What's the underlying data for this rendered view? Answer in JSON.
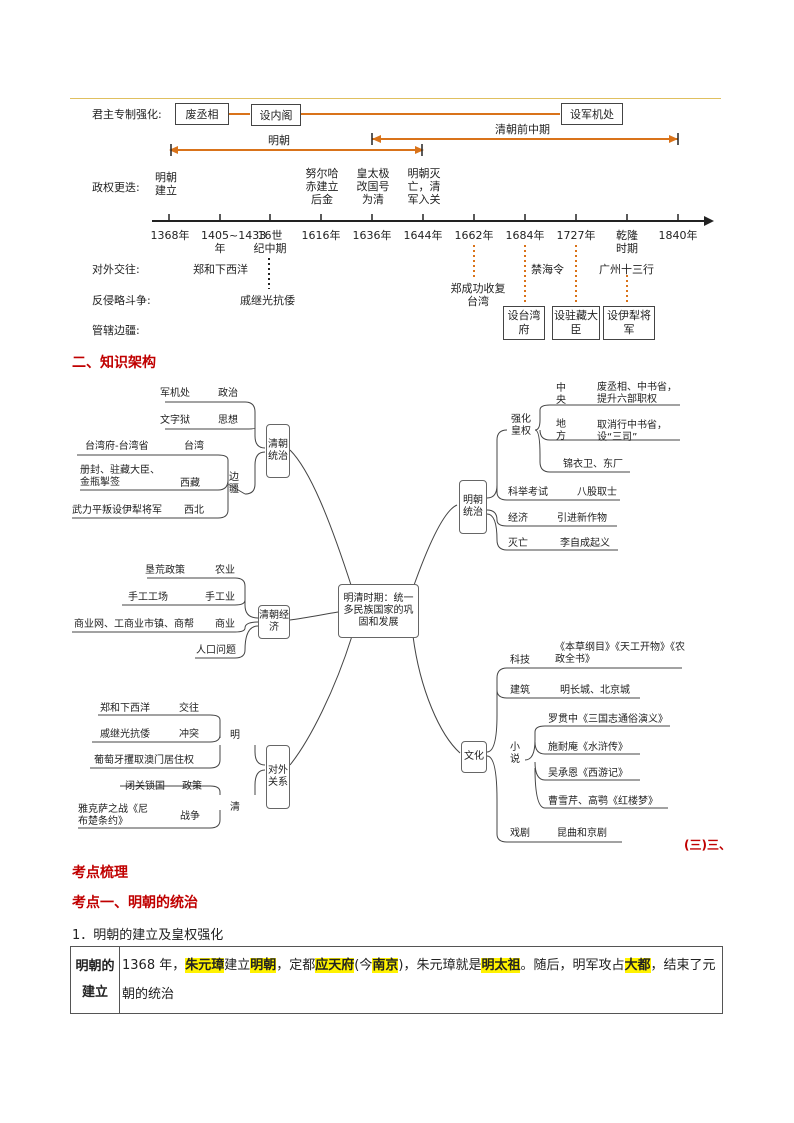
{
  "timeline": {
    "row_labels": {
      "power": "君主专制强化:",
      "regime": "政权更迭:",
      "foreign": "对外交往:",
      "resist": "反侵略斗争:",
      "frontier": "管辖边疆:"
    },
    "power_boxes": [
      "废丞相",
      "设内阁",
      "设军机处"
    ],
    "ming_span": "明朝",
    "qing_span": "清朝前中期",
    "regime_events": [
      "明朝建立",
      "努尔哈赤建立后金",
      "皇太极改国号为清",
      "明朝灭亡，清军入关"
    ],
    "ticks": [
      "1368年",
      "1405~1433年",
      "16世纪中期",
      "1616年",
      "1636年",
      "1644年",
      "1662年",
      "1684年",
      "1727年",
      "乾隆时期",
      "1840年"
    ],
    "foreign": [
      "郑和下西洋",
      "禁海令",
      "广州十三行"
    ],
    "resist": [
      "戚继光抗倭",
      "郑成功收复台湾"
    ],
    "frontier": [
      "设台湾府",
      "设驻藏大臣",
      "设伊犁将军"
    ]
  },
  "section2_title": "二、知识架构",
  "mindmap": {
    "center": "明清时期：统一多民族国家的巩固和发展",
    "qing_rule": {
      "label": "清朝统治",
      "items": [
        {
          "left": "军机处",
          "right": "政治"
        },
        {
          "left": "文字狱",
          "right": "思想"
        },
        {
          "left": "台湾府-台湾省",
          "right": "台湾"
        },
        {
          "left": "册封、驻藏大臣、金瓶掣签",
          "right": "西藏"
        },
        {
          "left": "武力平叛设伊犁将军",
          "right": "西北"
        }
      ],
      "frontier": "边疆"
    },
    "qing_economy": {
      "label": "清朝经济",
      "items": [
        {
          "left": "垦荒政策",
          "right": "农业"
        },
        {
          "left": "手工工场",
          "right": "手工业"
        },
        {
          "left": "商业网、工商业市镇、商帮",
          "right": "商业"
        },
        {
          "left": "",
          "right": "人口问题"
        }
      ]
    },
    "foreign_rel": {
      "label": "对外关系",
      "ming": "明",
      "qing": "清",
      "items": [
        {
          "left": "郑和下西洋",
          "right": "交往"
        },
        {
          "left": "戚继光抗倭",
          "right": "冲突"
        },
        {
          "left": "葡萄牙攫取澳门居住权",
          "right": ""
        },
        {
          "left": "闭关锁国",
          "right": "政策"
        },
        {
          "left": "雅克萨之战《尼布楚条约》",
          "right": "战争"
        }
      ]
    },
    "ming_rule": {
      "label": "明朝统治",
      "strengthen": "强化皇权",
      "central": "中央",
      "central_text": "废丞相、中书省，提升六部职权",
      "local": "地方",
      "local_text": "取消行中书省，设“三司”",
      "guards": "锦衣卫、东厂",
      "exam": "科举考试",
      "exam_text": "八股取士",
      "economy": "经济",
      "economy_text": "引进新作物",
      "fall": "灭亡",
      "fall_text": "李自成起义"
    },
    "culture": {
      "label": "文化",
      "tech": "科技",
      "tech_text": "《本草纲目》《天工开物》《农政全书》",
      "arch": "建筑",
      "arch_text": "明长城、北京城",
      "novel": "小说",
      "novels": [
        "罗贯中《三国志通俗演义》",
        "施耐庵《水浒传》",
        "吴承恩《西游记》",
        "曹雪芹、高鹗《红楼梦》"
      ],
      "drama": "戏剧",
      "drama_text": "昆曲和京剧"
    }
  },
  "corner_text": "(三)三、",
  "section3_title": "考点梳理",
  "point1_title": "考点一、明朝的统治",
  "sub1": "1．明朝的建立及皇权强化",
  "table": {
    "header": [
      "明朝的",
      "建立"
    ],
    "segments": [
      {
        "text": "1368 年，",
        "hl": false
      },
      {
        "text": "朱元璋",
        "hl": true
      },
      {
        "text": "建立",
        "hl": false
      },
      {
        "text": "明朝",
        "hl": true
      },
      {
        "text": "，定都",
        "hl": false
      },
      {
        "text": "应天府",
        "hl": true
      },
      {
        "text": "(今",
        "hl": false
      },
      {
        "text": "南京",
        "hl": true
      },
      {
        "text": ")，朱元璋就是",
        "hl": false
      },
      {
        "text": "明太祖",
        "hl": true
      },
      {
        "text": "。随后，明军攻占",
        "hl": false
      },
      {
        "text": "大都",
        "hl": true
      },
      {
        "text": "，结束了元朝的统治",
        "hl": false
      }
    ]
  },
  "colors": {
    "orange": "#d9731a",
    "red": "#c00000",
    "highlight": "#fff200"
  }
}
